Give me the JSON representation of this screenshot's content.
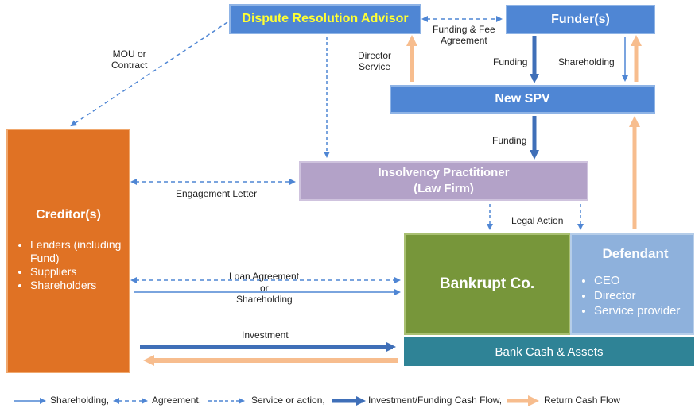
{
  "boxes": {
    "dispute_resolution_advisor": "Dispute Resolution Advisor",
    "funders": "Funder(s)",
    "new_spv": "New SPV",
    "insolvency_practitioner_line1": "Insolvency Practitioner",
    "insolvency_practitioner_line2": "(Law Firm)",
    "creditors": {
      "title": "Creditor(s)",
      "items": [
        "Lenders (including Fund)",
        "Suppliers",
        "Shareholders"
      ]
    },
    "bankrupt_co": "Bankrupt Co.",
    "defendant": {
      "title": "Defendant",
      "items": [
        "CEO",
        "Director",
        "Service provider"
      ]
    },
    "bank_cash_assets": "Bank Cash & Assets"
  },
  "labels": {
    "mou_line1": "MOU or",
    "mou_line2": "Contract",
    "funding_fee_line1": "Funding & Fee",
    "funding_fee_line2": "Agreement",
    "director_service_line1": "Director",
    "director_service_line2": "Service",
    "funding_top": "Funding",
    "shareholding_top": "Shareholding",
    "funding_mid": "Funding",
    "engagement_letter": "Engagement Letter",
    "legal_action": "Legal Action",
    "loan_agreement": "Loan Agreement",
    "or": "or",
    "shareholding_mid": "Shareholding",
    "investment": "Investment"
  },
  "legend": {
    "shareholding": "Shareholding,",
    "agreement": "Agreement,",
    "service": "Service or action,",
    "investment": "Investment/Funding Cash Flow,",
    "return": "Return Cash Flow"
  },
  "colors": {
    "blue_box": "#4f86d4",
    "advisor_text": "#ffff33",
    "practitioner": "#b3a2c8",
    "creditor": "#e07224",
    "bankrupt": "#77963a",
    "defendant": "#8eb1dc",
    "bank": "#2f8396",
    "arrow": "#4f86d4",
    "return_arrow": "#f7bd8e"
  }
}
